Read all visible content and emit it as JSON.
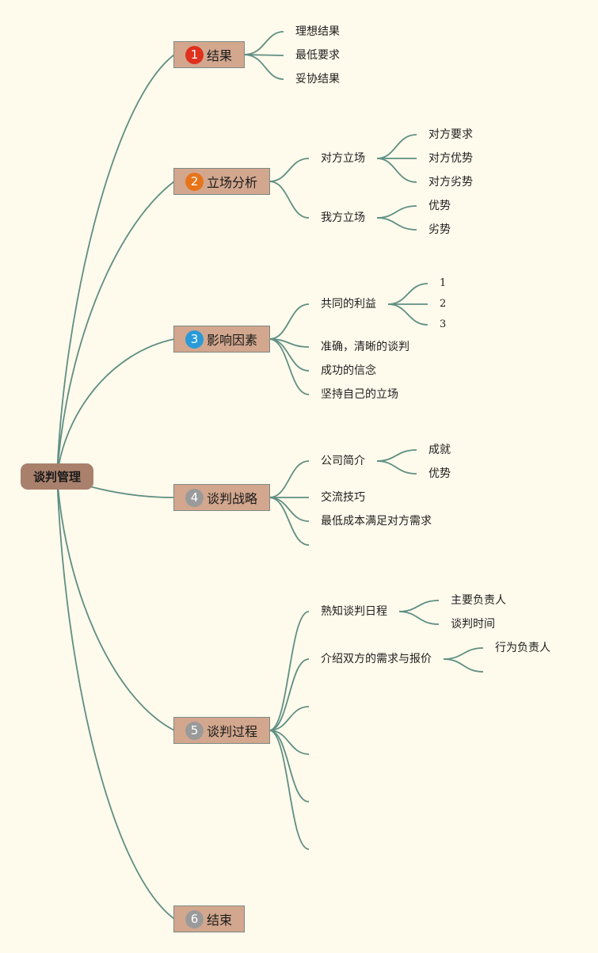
{
  "root": {
    "label": "谈判管理"
  },
  "branches": [
    {
      "number": "1",
      "label": "结果",
      "badge_color": "#e0301e",
      "children": [
        "理想结果",
        "最低要求",
        "妥协结果"
      ]
    },
    {
      "number": "2",
      "label": "立场分析",
      "badge_color": "#e8741a",
      "children": [
        {
          "label": "对方立场",
          "children": [
            "对方要求",
            "对方优势",
            "对方劣势"
          ]
        },
        {
          "label": "我方立场",
          "children": [
            "优势",
            "劣势"
          ]
        }
      ]
    },
    {
      "number": "3",
      "label": "影响因素",
      "badge_color": "#2a9ad8",
      "children": [
        {
          "label": "共同的利益",
          "children": [
            "1",
            "2",
            "3"
          ]
        },
        "准确，清晰的谈判",
        "成功的信念",
        "坚持自己的立场"
      ]
    },
    {
      "number": "4",
      "label": "谈判战略",
      "badge_color": "#9a9a9a",
      "children": [
        {
          "label": "公司简介",
          "children": [
            "成就",
            "优势"
          ]
        },
        "交流技巧",
        "最低成本满足对方需求",
        ""
      ]
    },
    {
      "number": "5",
      "label": "谈判过程",
      "badge_color": "#9a9a9a",
      "children": [
        {
          "label": "熟知谈判日程",
          "children": [
            "主要负责人",
            "谈判时间"
          ]
        },
        {
          "label": "介绍双方的需求与报价",
          "children": [
            "行为负责人",
            ""
          ]
        },
        "",
        "",
        "",
        ""
      ]
    },
    {
      "number": "6",
      "label": "结束",
      "badge_color": "#9a9a9a",
      "children": []
    }
  ]
}
